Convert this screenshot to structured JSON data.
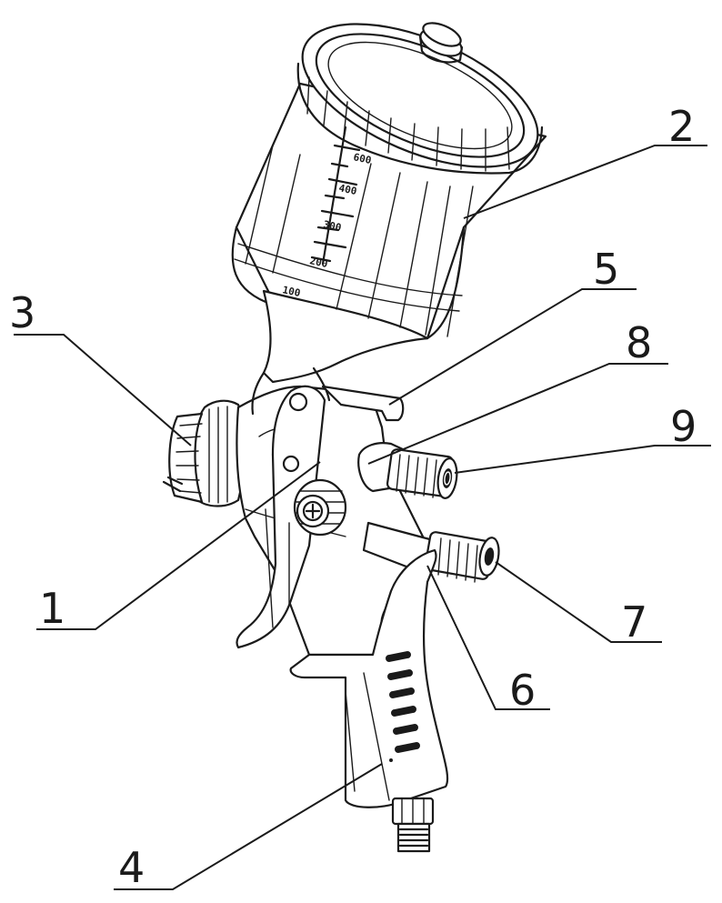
{
  "labels": {
    "l1": "1",
    "l2": "2",
    "l3": "3",
    "l4": "4",
    "l5": "5",
    "l6": "6",
    "l7": "7",
    "l8": "8",
    "l9": "9"
  },
  "cup_scale": {
    "s1": "600",
    "s2": "400",
    "s3": "300",
    "s4": "200",
    "s5": "100"
  }
}
